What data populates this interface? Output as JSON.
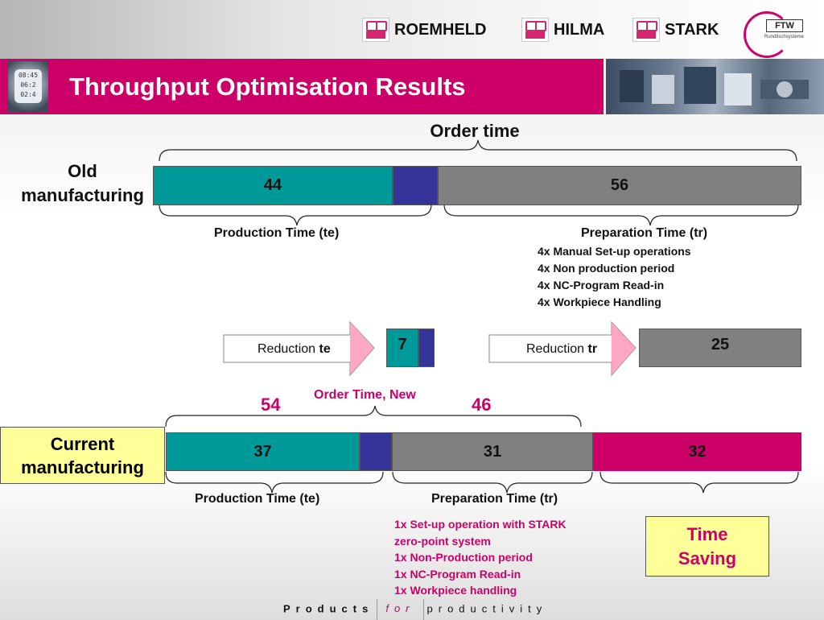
{
  "header": {
    "brands": [
      "ROEMHELD",
      "HILMA",
      "STARK"
    ],
    "ftw_logo": "FTW",
    "ftw_sub": "Rundtischsysteme",
    "watch_digits": [
      "08:45",
      "06:2",
      "02:4"
    ],
    "title": "Throughput Optimisation Results"
  },
  "old": {
    "label_line1": "Old",
    "label_line2": "manufacturing",
    "order_time": "Order time",
    "production_value": "44",
    "preparation_value": "56",
    "production_caption": "Production Time (te)",
    "preparation_caption": "Preparation Time (tr)",
    "preparation_details": [
      "4x Manual Set-up operations",
      "4x Non production period",
      "4x NC-Program Read-in",
      "4x Workpiece Handling"
    ]
  },
  "reduction": {
    "te_label": "Reduction",
    "te_symbol": "te",
    "te_value": "7",
    "tr_label": "Reduction",
    "tr_symbol": "tr",
    "tr_value": "25"
  },
  "new": {
    "order_time_new": "Order Time, New",
    "left_total": "54",
    "right_total": "46",
    "label_line1": "Current",
    "label_line2": "manufacturing",
    "production_value": "37",
    "preparation_value": "31",
    "saving_value": "32",
    "production_caption": "Production Time (te)",
    "preparation_caption": "Preparation Time (tr)",
    "preparation_details": [
      "1x Set-up operation with STARK",
      "zero-point system",
      "1x Non-Production period",
      "1x NC-Program Read-in",
      "1x Workpiece handling"
    ],
    "saving_line1": "Time",
    "saving_line2": "Saving"
  },
  "footer": {
    "products": "Products",
    "for": "for",
    "productivity": "productivity"
  },
  "colors": {
    "production": "#009999",
    "blue_segment": "#333399",
    "preparation": "#808080",
    "saving": "#cc0066",
    "accent": "#cc0066",
    "highlight_box": "#ffff99"
  }
}
